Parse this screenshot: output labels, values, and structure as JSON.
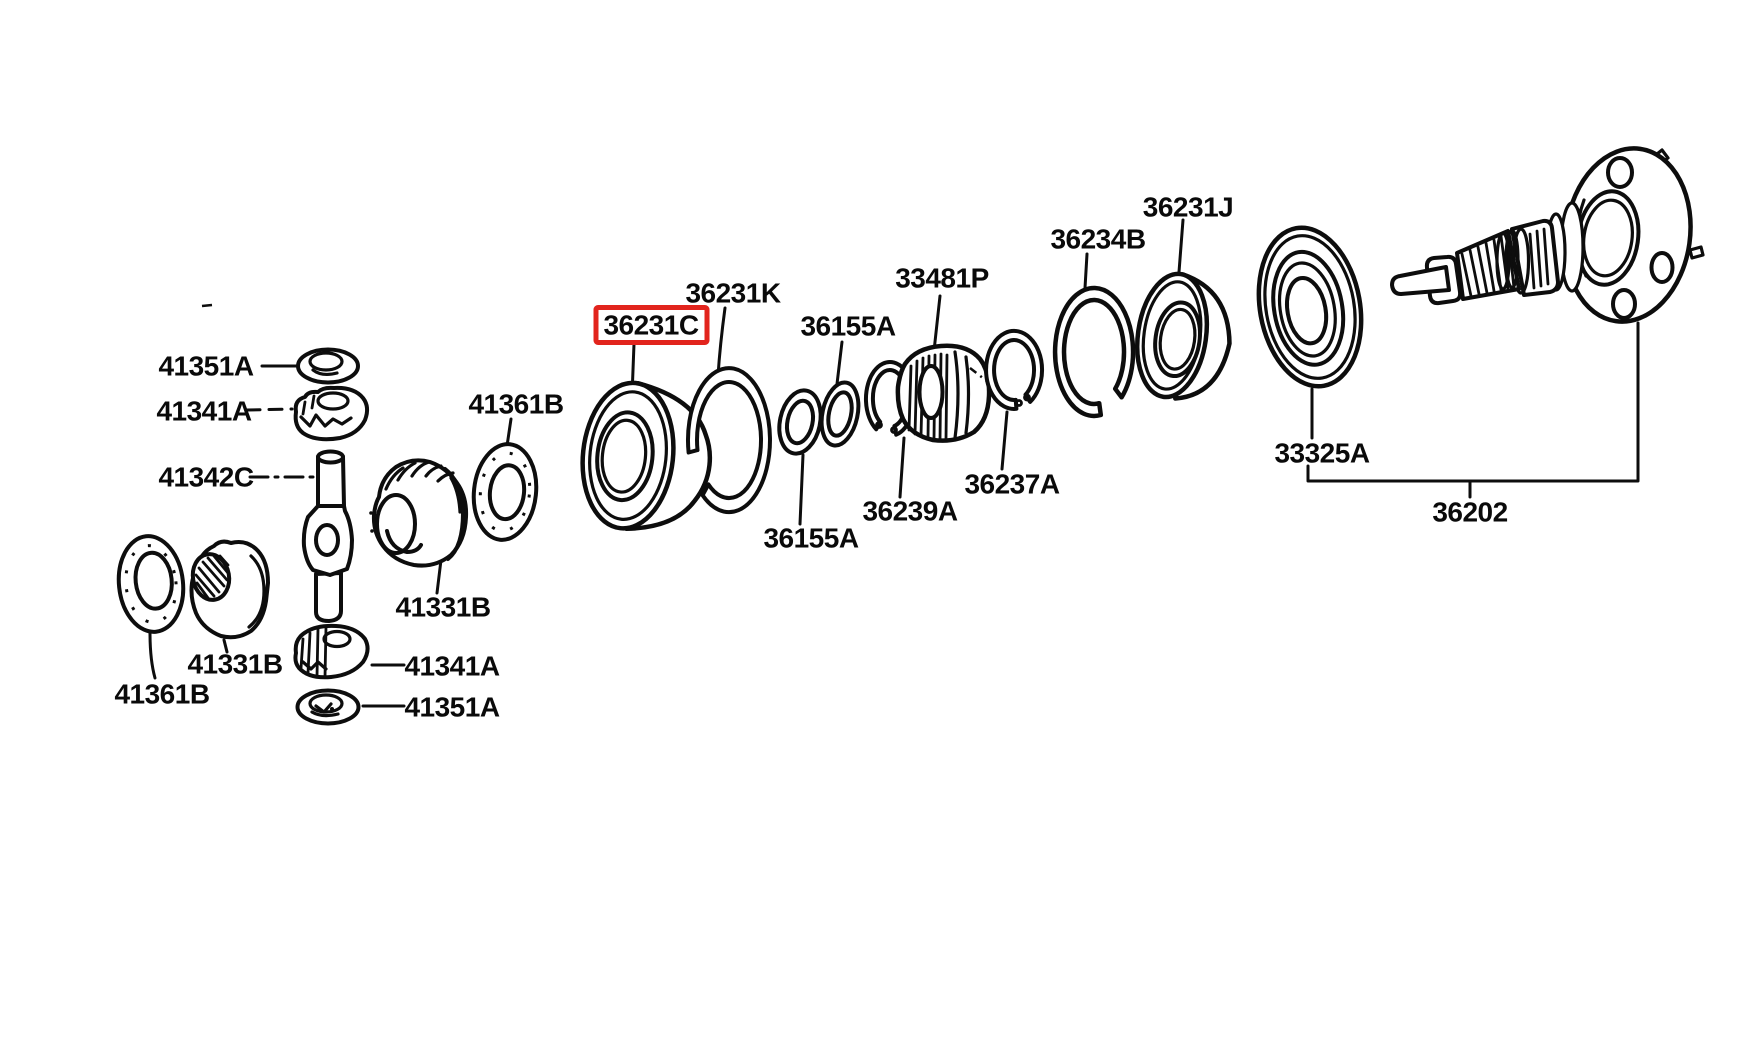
{
  "figure": {
    "kind": "exploded-parts-diagram",
    "background_color": "#ffffff",
    "line_color": "#0d0d0d"
  },
  "highlight": {
    "part_number": "36231C",
    "box_color": "#e2241d"
  },
  "part_labels": [
    "41351A",
    "41341A",
    "41342C",
    "41361B",
    "41331B",
    "41331B",
    "41361B",
    "41341A",
    "41351A",
    "36231C",
    "36231K",
    "36155A",
    "33481P",
    "36155A",
    "36239A",
    "36237A",
    "36234B",
    "36231J",
    "33325A",
    "36202"
  ]
}
